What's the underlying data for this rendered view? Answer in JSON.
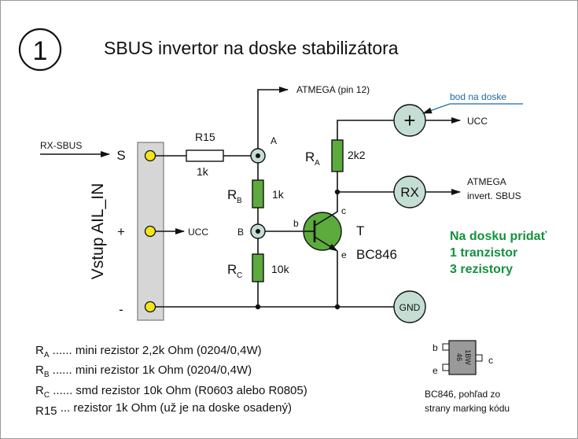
{
  "title": {
    "number": "1",
    "text": "SBUS invertor na doske stabilizátora"
  },
  "colors": {
    "resistor_fill": "#5cab3c",
    "pad_fill": "#c4ded4",
    "pin_fill": "#f4e51b",
    "connector_fill": "#d6d6d6",
    "note_green": "#13923c",
    "note_blue": "#1f6aa8"
  },
  "connector": {
    "label": "Vstup AIL_IN",
    "pins": [
      "S",
      "+",
      "-"
    ],
    "input_label": "RX-SBUS",
    "plus_output": "UCC"
  },
  "schematic": {
    "atmega_top": "ATMEGA (pin 12)",
    "node_a": "A",
    "node_b": "B",
    "r15": {
      "name": "R15",
      "value": "1k"
    },
    "rb": {
      "name": "R",
      "sub": "B",
      "value": "1k"
    },
    "rc": {
      "name": "R",
      "sub": "C",
      "value": "10k"
    },
    "ra": {
      "name": "R",
      "sub": "A",
      "value": "2k2"
    },
    "transistor": {
      "name": "T",
      "part": "BC846",
      "base": "b",
      "collector": "c",
      "emitter": "e"
    },
    "plus_pad": {
      "symbol": "+",
      "label": "UCC",
      "callout": "bod na doske"
    },
    "rx_pad": {
      "symbol": "RX",
      "label_line1": "ATMEGA",
      "label_line2": "invert. SBUS"
    },
    "gnd_pad": {
      "symbol": "GND"
    }
  },
  "note": {
    "line1": "Na dosku pridať",
    "line2": "1 tranzistor",
    "line3": "3 rezistory"
  },
  "parts_list": [
    {
      "ref": "R",
      "sub": "A",
      "text": " ...... mini rezistor 2,2k Ohm (0204/0,4W)"
    },
    {
      "ref": "R",
      "sub": "B",
      "text": " ...... mini rezistor 1k Ohm (0204/0,4W)"
    },
    {
      "ref": "R",
      "sub": "C",
      "text": " ...... smd rezistor 10k Ohm (R0603 alebo R0805)"
    },
    {
      "ref": "R15",
      "sub": "",
      "text": " ... rezistor 1k Ohm (už je na doske osadený)"
    }
  ],
  "package": {
    "marking_line1": "1BW",
    "marking_line2": "46",
    "pin_b": "b",
    "pin_e": "e",
    "pin_c": "c",
    "caption_line1": "BC846, pohľad zo",
    "caption_line2": "strany marking kódu"
  }
}
